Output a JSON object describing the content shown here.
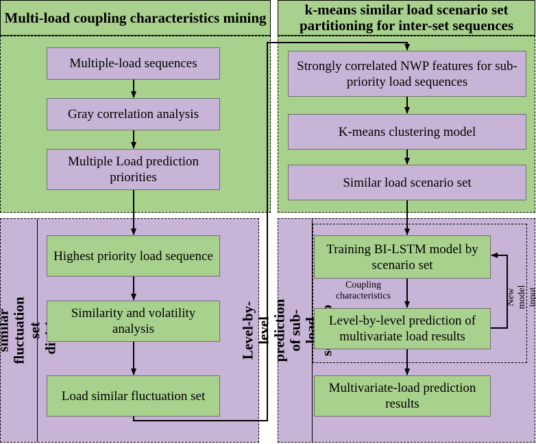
{
  "panels": {
    "top_left": {
      "title": "Multi-load coupling characteristics mining",
      "nodes": [
        "Multiple-load sequences",
        "Gray correlation analysis",
        "Multiple Load prediction priorities"
      ]
    },
    "bottom_left": {
      "title": "Load similar fluctuation set division",
      "nodes": [
        "Highest priority load sequence",
        "Similarity and volatility analysis",
        "Load similar fluctuation set"
      ]
    },
    "top_right": {
      "title": "k-means similar load scenario set partitioning for inter-set sequences",
      "nodes": [
        "Strongly correlated NWP features for sub-priority load sequences",
        "K-means clustering model",
        "Similar load scenario set"
      ]
    },
    "bottom_right": {
      "title": "Level-by-level prediction of sub-load scenario sets",
      "nodes": [
        "Training BI-LSTM model by scenario set",
        "Level-by-level prediction of multivariate load results",
        "Multivariate-load prediction results"
      ],
      "coupling_label": "Coupling characteristics",
      "feedback_label": "New model input"
    }
  },
  "colors": {
    "green": "#a9d18e",
    "purple": "#c7b4d6"
  }
}
